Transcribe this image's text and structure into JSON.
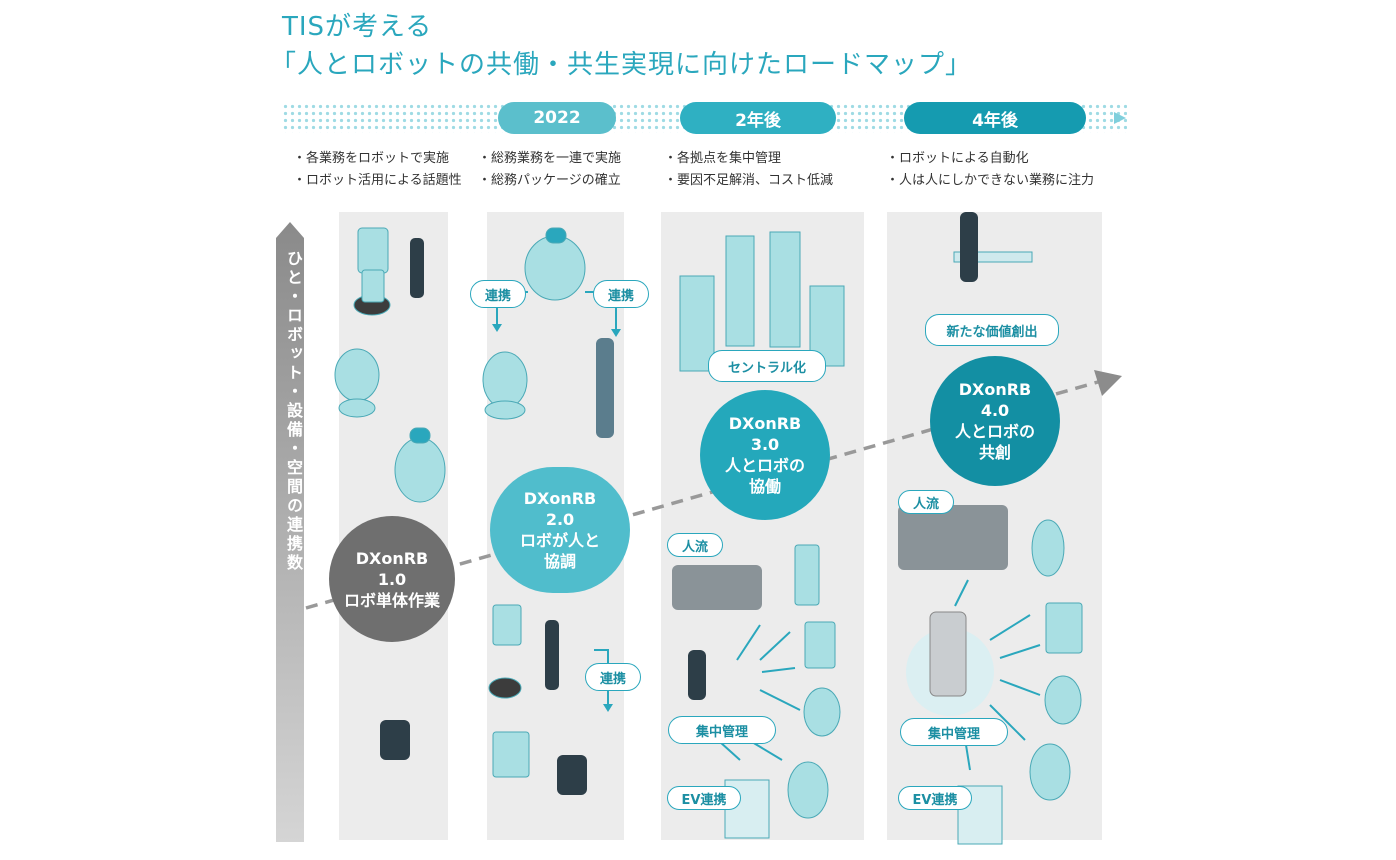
{
  "title": {
    "line1": "TISが考える",
    "line2": "「人とロボットの共働・共生実現に向けたロードマップ」"
  },
  "timeline": {
    "stages": [
      "2022",
      "2年後",
      "4年後"
    ]
  },
  "bullets": [
    [
      "・各業務をロボットで実施",
      "・ロボット活用による話題性"
    ],
    [
      "・総務業務を一連で実施",
      "・総務パッケージの確立"
    ],
    [
      "・各拠点を集中管理",
      "・要因不足解消、コスト低減"
    ],
    [
      "・ロボットによる自動化",
      "・人は人にしかできない業務に注力"
    ]
  ],
  "axis_label": "ひと・ロボット・設備・空間の連携数",
  "stages": [
    {
      "name": "DXonRB",
      "version": "1.0",
      "desc": "ロボ単体作業"
    },
    {
      "name": "DXonRB",
      "version": "2.0",
      "desc1": "ロボが人と",
      "desc2": "協調"
    },
    {
      "name": "DXonRB",
      "version": "3.0",
      "desc1": "人とロボの",
      "desc2": "協働"
    },
    {
      "name": "DXonRB",
      "version": "4.0",
      "desc1": "人とロボの",
      "desc2": "共創"
    }
  ],
  "tags": {
    "renkei": "連携",
    "central": "セントラル化",
    "jinryu": "人流",
    "shuchu": "集中管理",
    "ev": "EV連携",
    "new_value": "新たな価値創出"
  },
  "colors": {
    "teal": "#2aa7bd",
    "teal_dark": "#138fa3",
    "gray_circle": "#6f6f6f",
    "column_bg": "#ececec",
    "robot": "#9fdcdf"
  }
}
